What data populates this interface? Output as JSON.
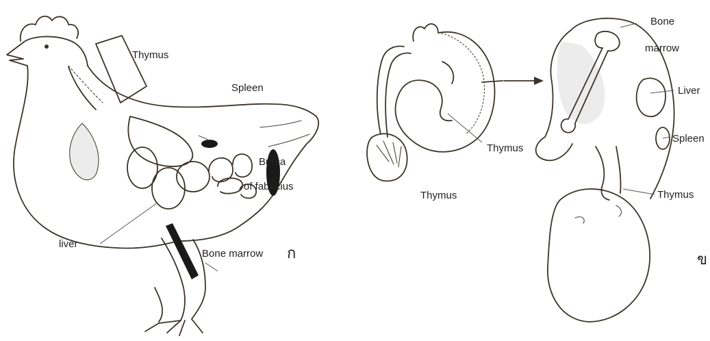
{
  "panels": {
    "chicken": {
      "labels": {
        "thymus": "Thymus",
        "spleen": "Spleen",
        "bursa_line1": "Bursa",
        "bursa_line2": "of  fabricius",
        "liver": "liver",
        "bone_marrow": "Bone marrow"
      },
      "panel_letter": "ก"
    },
    "embryo": {
      "labels": {
        "thymus_left": "Thymus",
        "thymus_mid": "Thymus",
        "bone_line1": "Bone",
        "bone_line2": "marrow",
        "liver": "Liver",
        "spleen": "Spleen",
        "thymus_right": "Thymus"
      },
      "panel_letter": "ข"
    }
  }
}
